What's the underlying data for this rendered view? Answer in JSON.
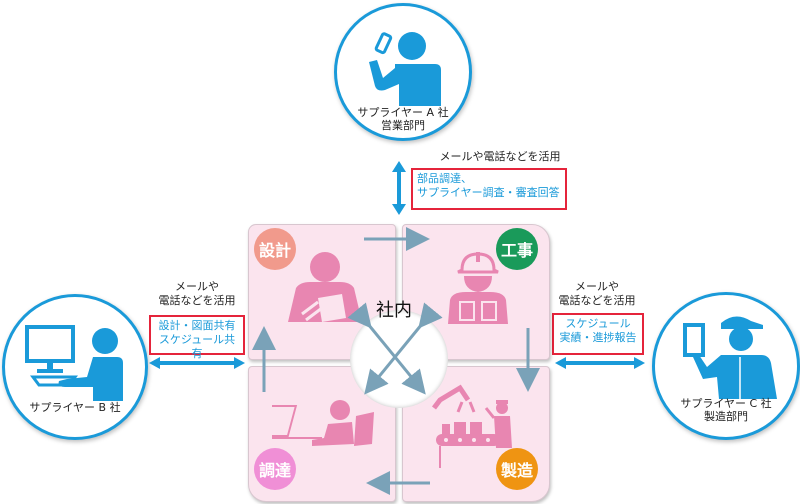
{
  "diagram": {
    "center_label": "社内",
    "colors": {
      "supplier_blue": "#1a9ad9",
      "quadrant_bg": "#fbe4ee",
      "figure_pink": "#e886b1",
      "arrow_steel": "#7aa2b8",
      "box_border_red": "#e5243b"
    },
    "departments": [
      {
        "id": "design",
        "label": "設計",
        "color": "#f19a8c",
        "icon": "person-with-tablet-icon"
      },
      {
        "id": "construction",
        "label": "工事",
        "color": "#1a9a5a",
        "icon": "worker-with-helmet-icon"
      },
      {
        "id": "manufacturing",
        "label": "製造",
        "color": "#ef9412",
        "icon": "factory-line-icon"
      },
      {
        "id": "procurement",
        "label": "調達",
        "color": "#f08fd6",
        "icon": "person-at-laptop-icon"
      }
    ],
    "suppliers": {
      "a": {
        "line1": "サプライヤー A 社",
        "line2": "営業部門",
        "icon": "person-on-phone-icon"
      },
      "b": {
        "line1": "サプライヤー B 社",
        "icon": "person-at-computer-icon"
      },
      "c": {
        "line1": "サプライヤー C 社",
        "line2": "製造部門",
        "icon": "worker-with-tablet-icon"
      }
    },
    "links": {
      "a": {
        "method": "メールや電話などを活用",
        "content_line1": "部品調達、",
        "content_line2": "サプライヤー調査・審査回答"
      },
      "b": {
        "method_line1": "メールや",
        "method_line2": "電話などを活用",
        "content_line1": "設計・図面共有",
        "content_line2": "スケジュール共有"
      },
      "c": {
        "method_line1": "メールや",
        "method_line2": "電話などを活用",
        "content_line1": "スケジュール",
        "content_line2": "実績・進捗報告"
      }
    }
  }
}
